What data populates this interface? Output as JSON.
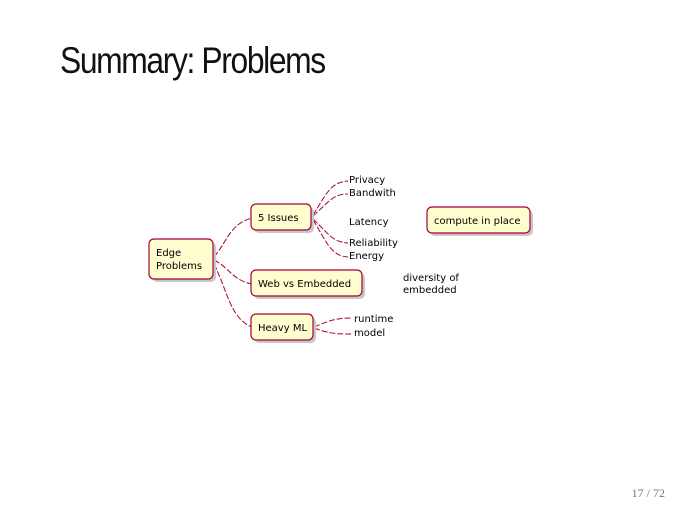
{
  "slide": {
    "title": "Summary: Problems",
    "page_number": "17 / 72"
  },
  "mindmap": {
    "root": "Edge\nProblems",
    "root_lines": [
      "Edge",
      "Problems"
    ],
    "branches": [
      {
        "label": "5 Issues",
        "children": [
          "Privacy",
          "Bandwith",
          "Latency",
          "Reliability",
          "Energy"
        ],
        "extra": "compute in place"
      },
      {
        "label": "Web vs Embedded",
        "note_lines": [
          "diversity of",
          "embedded"
        ]
      },
      {
        "label": "Heavy ML",
        "children": [
          "runtime",
          "model"
        ]
      }
    ]
  },
  "colors": {
    "node_fill": "#fefece",
    "node_border": "#a80036",
    "shadow": "#c8c8c8",
    "text": "#000000"
  }
}
